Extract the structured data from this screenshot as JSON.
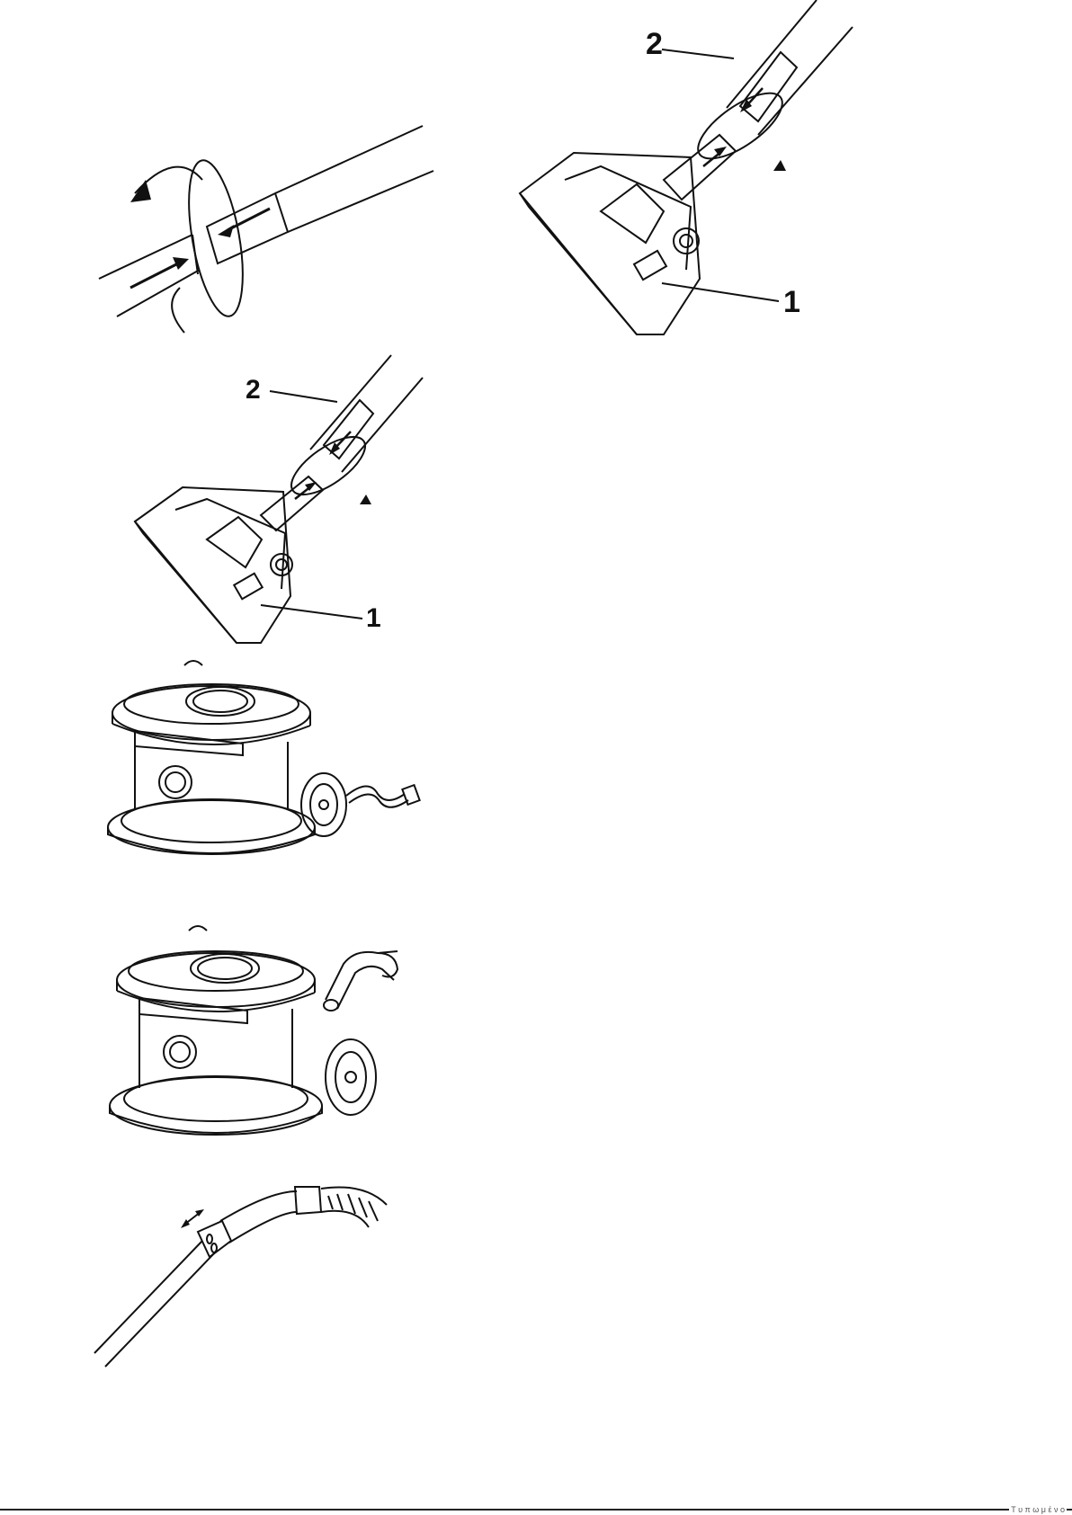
{
  "figures": {
    "tube_connect": {},
    "nozzle_top": {
      "label_hose": "2",
      "label_nozzle": "1"
    },
    "nozzle_mid": {
      "label_hose": "2",
      "label_nozzle": "1"
    },
    "canister_cord": {},
    "canister_press": {},
    "hose_adjust": {}
  },
  "footer": {
    "text": "Τ υ π ω μ έ ν ο"
  }
}
